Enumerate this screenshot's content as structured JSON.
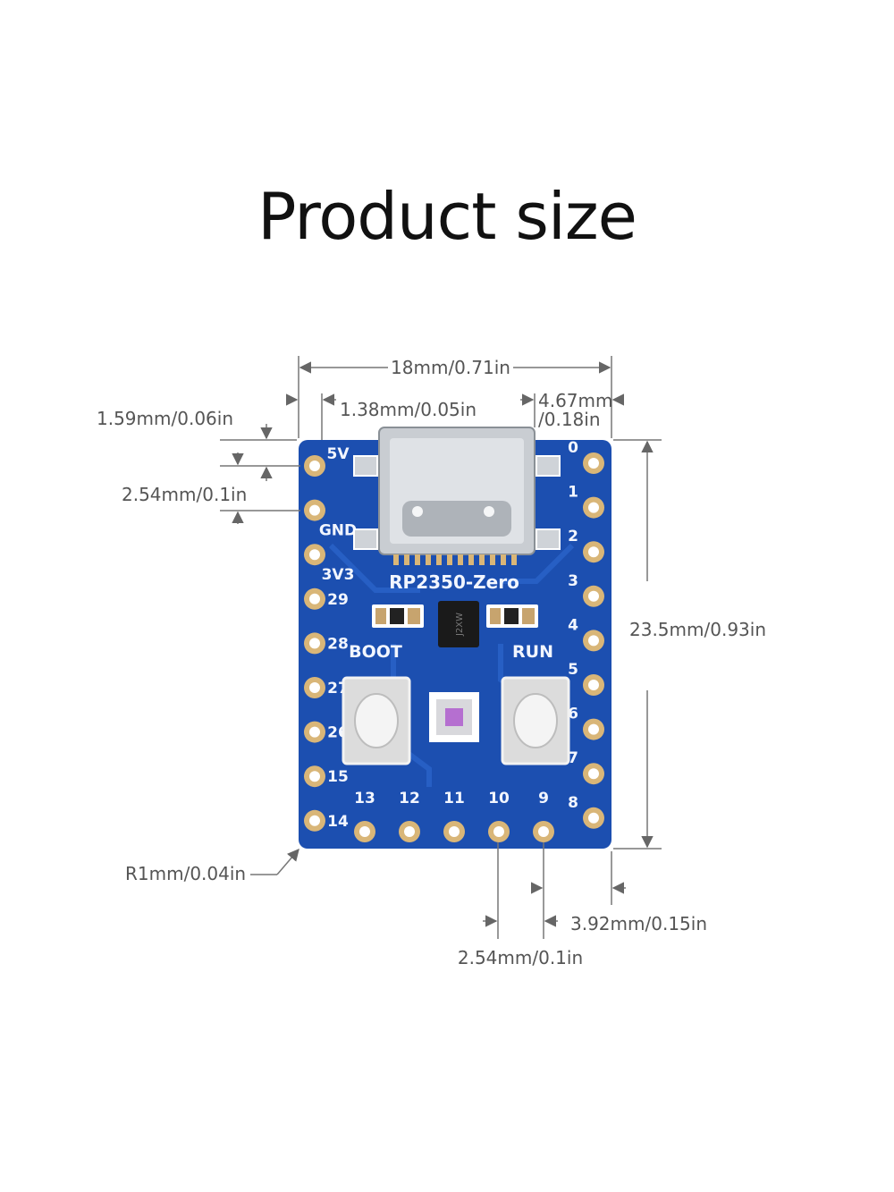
{
  "title": "Product size",
  "board": {
    "name": "RP2350-Zero",
    "buttons": [
      "BOOT",
      "RUN"
    ],
    "left_pins": [
      "5V",
      "GND",
      "3V3",
      "29",
      "28",
      "27",
      "26",
      "15",
      "14"
    ],
    "right_pins": [
      "0",
      "1",
      "2",
      "3",
      "4",
      "5",
      "6",
      "7",
      "8"
    ],
    "bottom_pins": [
      "13",
      "12",
      "11",
      "10",
      "9"
    ],
    "ic_marking": "J2XW"
  },
  "dimensions": {
    "width": "18mm/0.71in",
    "usb_offset_left": "1.38mm/0.05in",
    "usb_offset_right_a": "4.67mm",
    "usb_offset_right_b": "/0.18in",
    "top_pin_offset": "1.59mm/0.06in",
    "pin_pitch_left": "2.54mm/0.1in",
    "height": "23.5mm/0.93in",
    "corner_radius": "R1mm/0.04in",
    "pin_pitch_bottom": "2.54mm/0.1in",
    "bottom_right_offset": "3.92mm/0.15in"
  },
  "colors": {
    "pcb": "#1c4fb0",
    "pad_gold": "#d9b678",
    "text": "#555555"
  }
}
